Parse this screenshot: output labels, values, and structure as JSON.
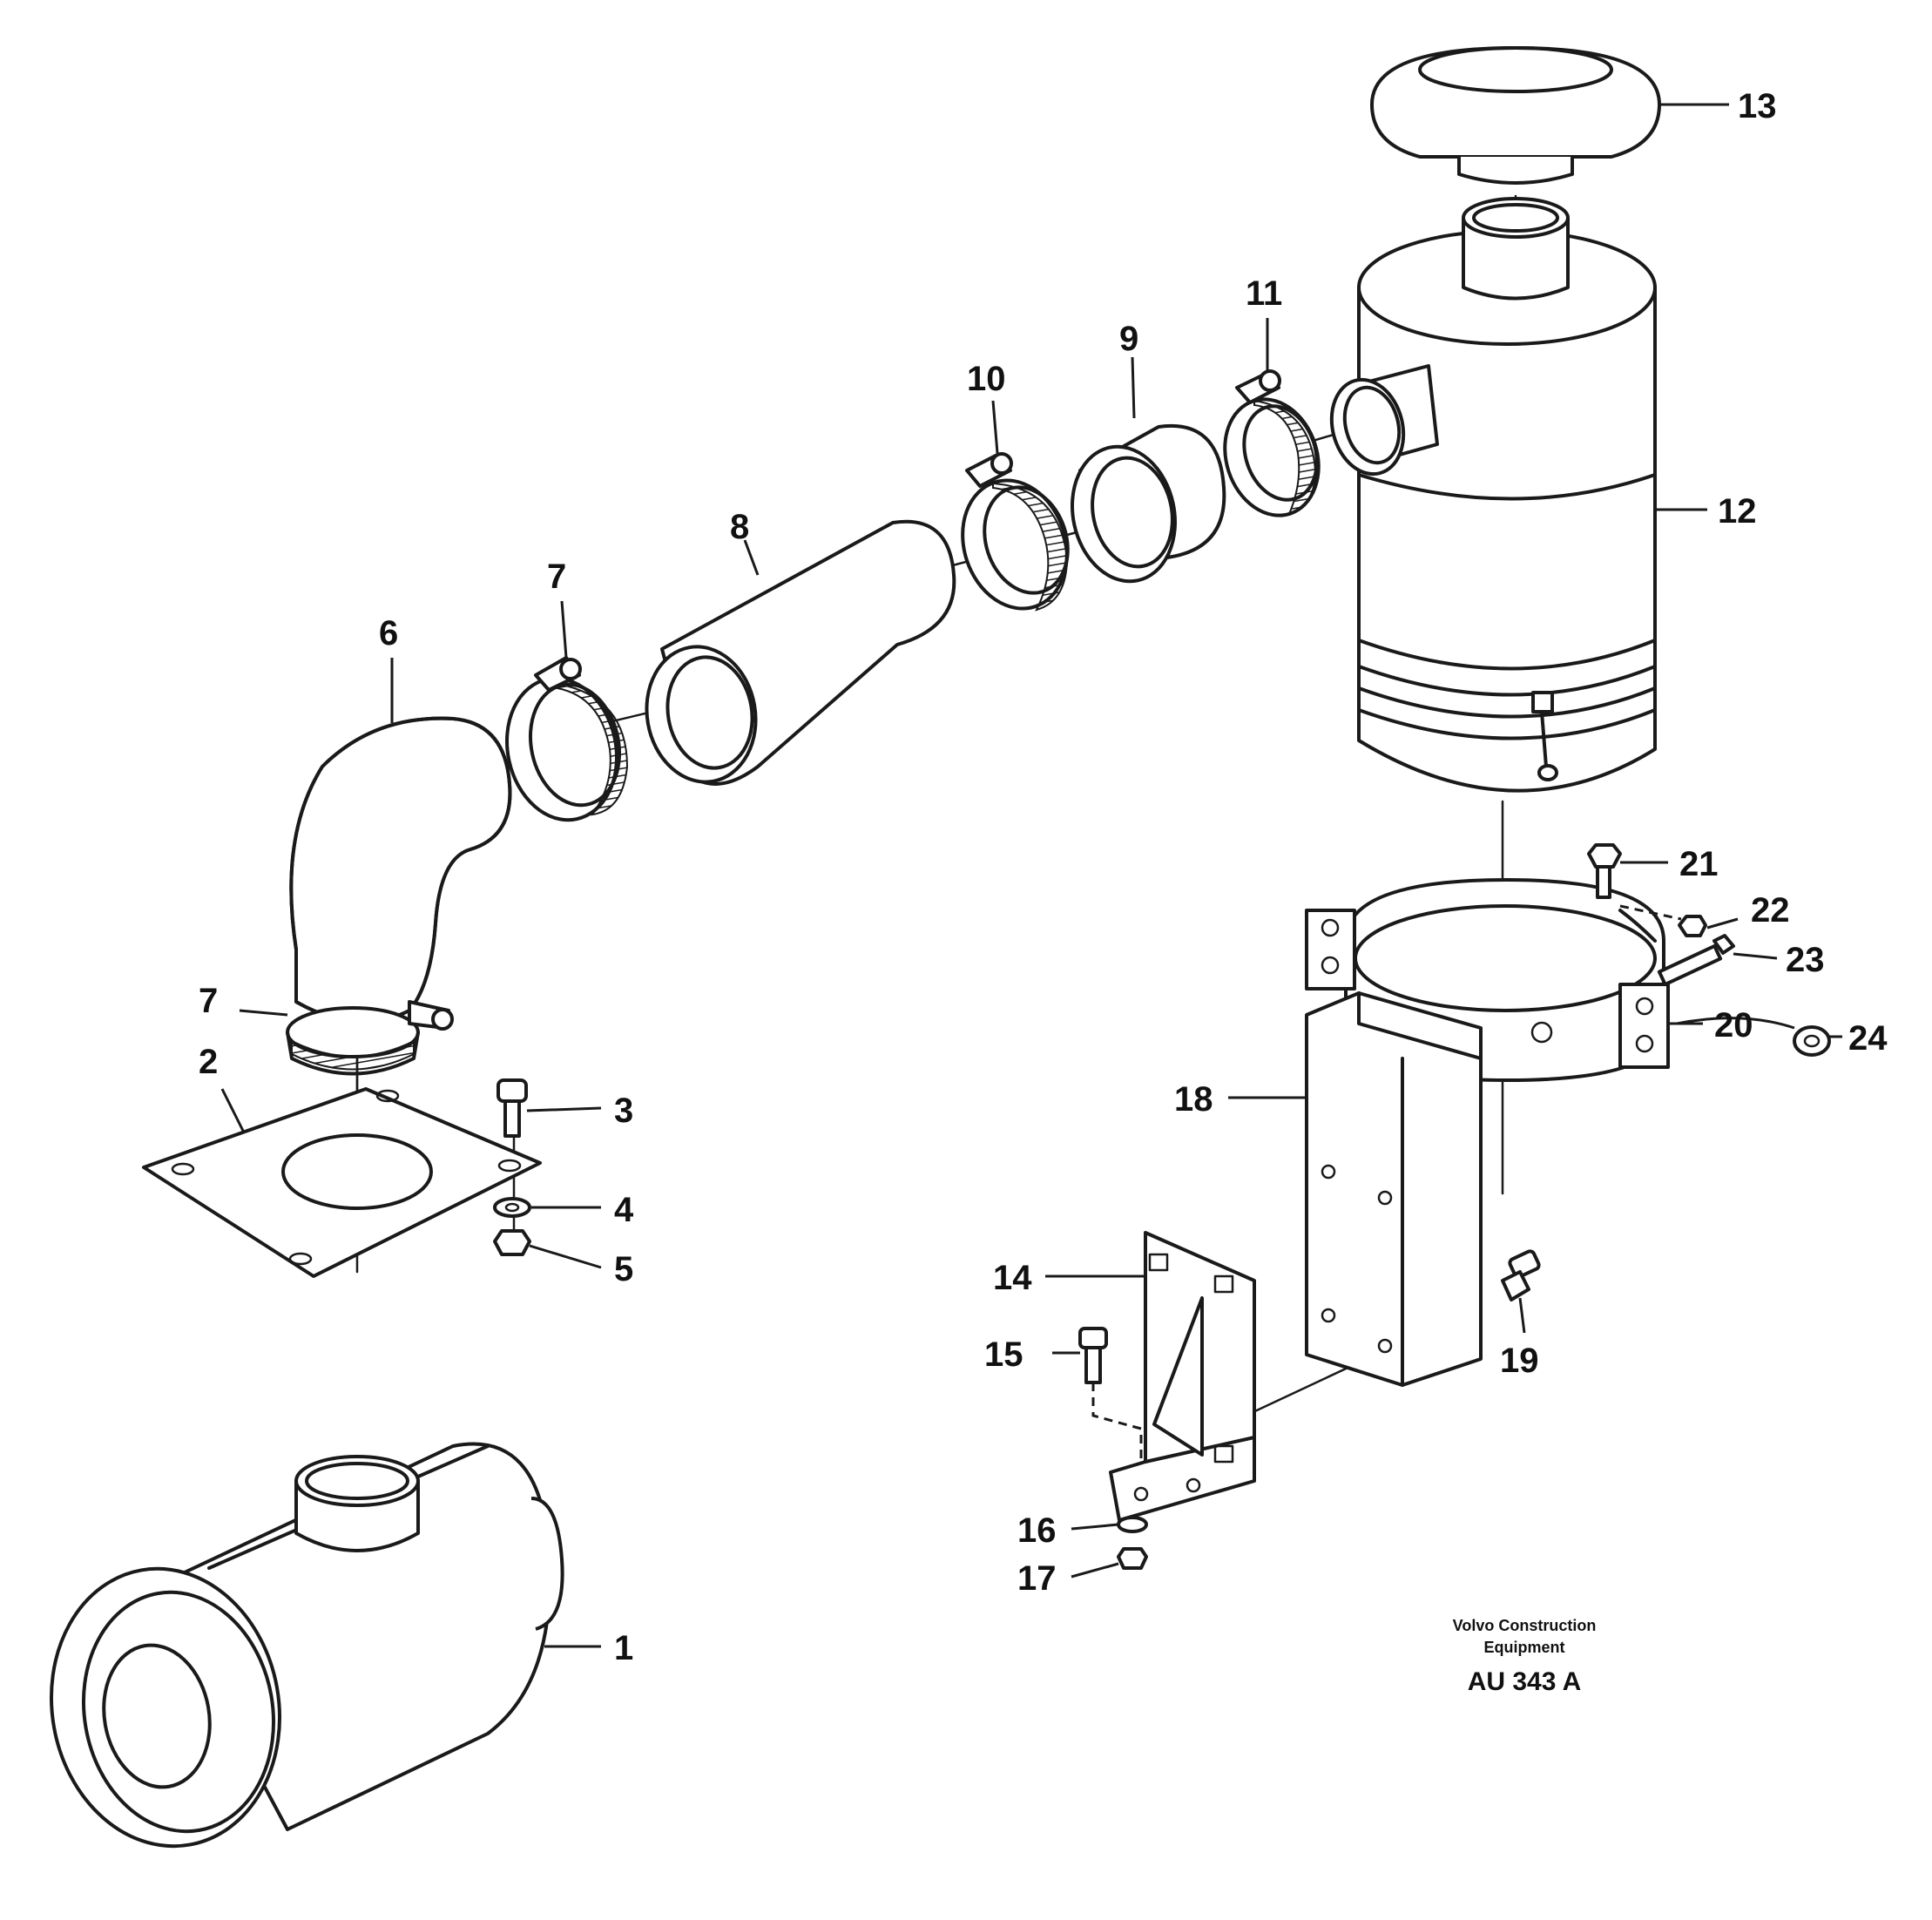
{
  "diagram": {
    "callouts": [
      "1",
      "2",
      "3",
      "4",
      "5",
      "6",
      "7",
      "7",
      "8",
      "9",
      "10",
      "11",
      "12",
      "13",
      "14",
      "15",
      "16",
      "17",
      "18",
      "19",
      "20",
      "21",
      "22",
      "23",
      "24"
    ],
    "footer": {
      "line1": "Volvo Construction",
      "line2": "Equipment",
      "code": "AU 343 A"
    }
  }
}
